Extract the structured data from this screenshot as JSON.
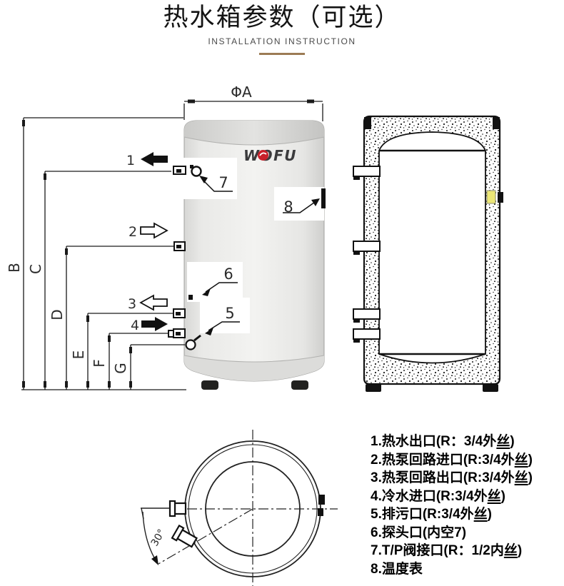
{
  "header": {
    "title": "热水箱参数（可选）",
    "subtitle": "INSTALLATION INSTRUCTION"
  },
  "diagram": {
    "logo_text": "WOFU",
    "diameter_label": "ΦA",
    "height_labels": [
      "B",
      "C",
      "D",
      "E",
      "F",
      "G"
    ],
    "port_arrows": [
      {
        "number": "1",
        "direction": "left",
        "style": "solid"
      },
      {
        "number": "2",
        "direction": "right",
        "style": "outline"
      },
      {
        "number": "3",
        "direction": "left",
        "style": "outline"
      },
      {
        "number": "4",
        "direction": "right",
        "style": "solid"
      }
    ],
    "callouts": {
      "drain": "5",
      "probe": "6",
      "tp_valve": "7",
      "thermometer": "8"
    },
    "top_view_angle": "30°"
  },
  "legend": {
    "items": [
      "1.热水出口(R：3/4外丝)",
      "2.热泵回路进口(R:3/4外丝)",
      "3.热泵回路出口(R:3/4外丝)",
      "4.冷水进口(R:3/4外丝)",
      "5.排污口(R:3/4外丝)",
      "6.探头口(内空7)",
      "7.T/P阀接口(R：1/2内丝)",
      "8.温度表"
    ]
  },
  "colors": {
    "divider_accent": "#9c7b55",
    "logo_red": "#c8202a",
    "sensor_yellow": "#ece776",
    "tank_gray": "#ececea",
    "line_black": "#1a1a1a"
  }
}
